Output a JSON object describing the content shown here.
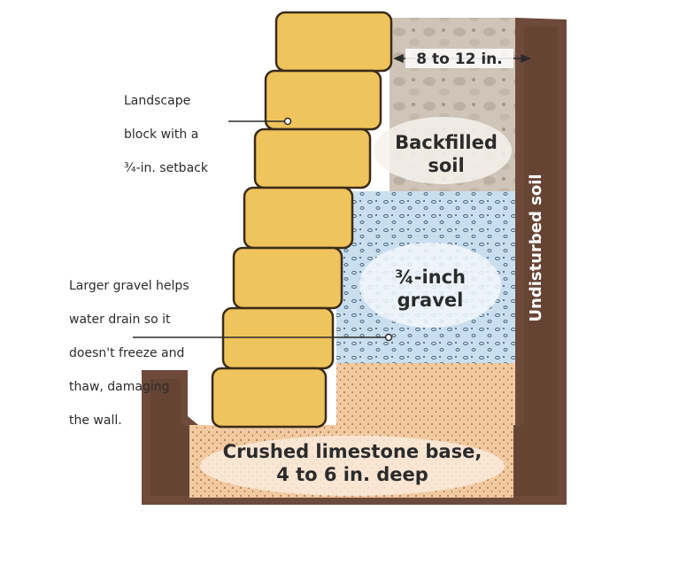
{
  "dimension_label": "8 to 12 in.",
  "zones": {
    "backfill": {
      "line1": "Backfilled",
      "line2": "soil"
    },
    "gravel": {
      "line1": "¾-inch",
      "line2": "gravel"
    },
    "base": {
      "line1": "Crushed limestone base,",
      "line2": "4 to 6 in. deep"
    },
    "undisturbed": "Undisturbed soil"
  },
  "callouts": {
    "block": {
      "line1": "Landscape",
      "line2": "block with a",
      "line3": "¾-in. setback"
    },
    "drainage": {
      "line1": "Larger gravel helps",
      "line2": "water drain so it",
      "line3": "doesn't freeze and",
      "line4": "thaw, damaging",
      "line5": "the wall."
    }
  },
  "colors": {
    "block": "#f0c45c",
    "backfill": "#cfc4b8",
    "gravel": "#c9dff0",
    "base": "#f3c9a0",
    "undisturbed": "#6e4a3a"
  }
}
